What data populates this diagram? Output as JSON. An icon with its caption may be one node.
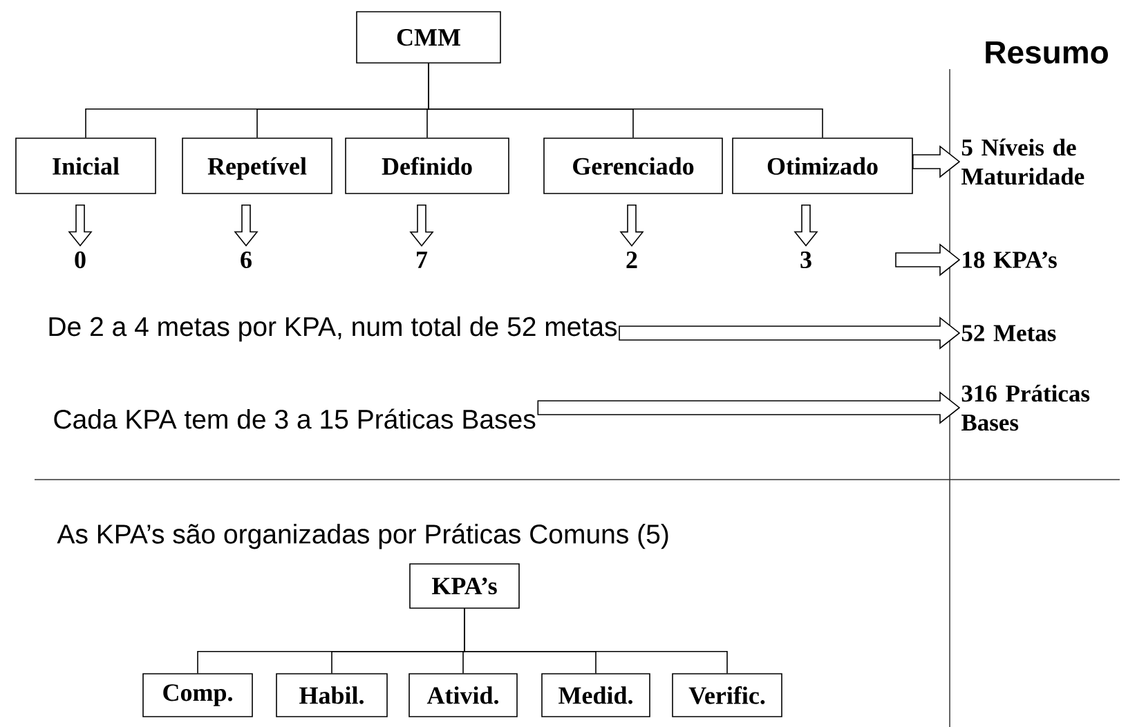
{
  "diagram": {
    "nodes": [
      {
        "text": [
          "CMM"
        ]
      },
      {
        "text": [
          "Inicial"
        ]
      },
      {
        "text": [
          "Repetível"
        ]
      },
      {
        "text": [
          "Definido"
        ]
      },
      {
        "text": [
          "Gerenciado"
        ]
      },
      {
        "text": [
          "Otimizado"
        ]
      },
      {
        "text": [
          "5 Níveis de Maturidade"
        ]
      },
      {
        "text": [
          "0"
        ]
      },
      {
        "text": [
          "6"
        ]
      },
      {
        "text": [
          "7"
        ]
      },
      {
        "text": [
          "2"
        ]
      },
      {
        "text": [
          "3"
        ]
      },
      {
        "text": [
          "18 KPA’s"
        ]
      },
      {
        "text": [
          "De 2 a 4 metas por KPA, num total de 52 metas"
        ]
      },
      {
        "text": [
          "52 Metas"
        ]
      },
      {
        "text": [
          "Cada KPA tem de 3 a 15 Práticas Bases"
        ]
      },
      {
        "text": [
          "316 Práticas Bases"
        ]
      },
      {
        "text": [
          "KPA’s"
        ]
      },
      {
        "text": [
          "Comp."
        ]
      },
      {
        "text": [
          "Habil."
        ]
      },
      {
        "text": [
          "Ativid."
        ]
      },
      {
        "text": [
          "Medid."
        ]
      },
      {
        "text": [
          "Verific."
        ]
      }
    ],
    "edges": [
      {
        "from": 0,
        "to": 1,
        "arrow": "none"
      },
      {
        "from": 0,
        "to": 2,
        "arrow": "none"
      },
      {
        "from": 0,
        "to": 3,
        "arrow": "none"
      },
      {
        "from": 0,
        "to": 4,
        "arrow": "none"
      },
      {
        "from": 0,
        "to": 5,
        "arrow": "none"
      },
      {
        "from": 5,
        "to": 6,
        "arrow": "to"
      },
      {
        "from": 1,
        "to": 7,
        "arrow": "to"
      },
      {
        "from": 2,
        "to": 8,
        "arrow": "to"
      },
      {
        "from": 3,
        "to": 9,
        "arrow": "to"
      },
      {
        "from": 4,
        "to": 10,
        "arrow": "to"
      },
      {
        "from": 5,
        "to": 11,
        "arrow": "to"
      },
      {
        "from": null,
        "to": 12,
        "arrow": "to"
      },
      {
        "from": 13,
        "to": 14,
        "arrow": "to"
      },
      {
        "from": 15,
        "to": 16,
        "arrow": "to"
      },
      {
        "from": 17,
        "to": 18,
        "arrow": "none"
      },
      {
        "from": 17,
        "to": 19,
        "arrow": "none"
      },
      {
        "from": 17,
        "to": 20,
        "arrow": "none"
      },
      {
        "from": 17,
        "to": 21,
        "arrow": "none"
      },
      {
        "from": 17,
        "to": 22,
        "arrow": "none"
      }
    ],
    "labels": [
      "Resumo",
      "As KPA’s são organizadas por Práticas Comuns (5)"
    ]
  }
}
